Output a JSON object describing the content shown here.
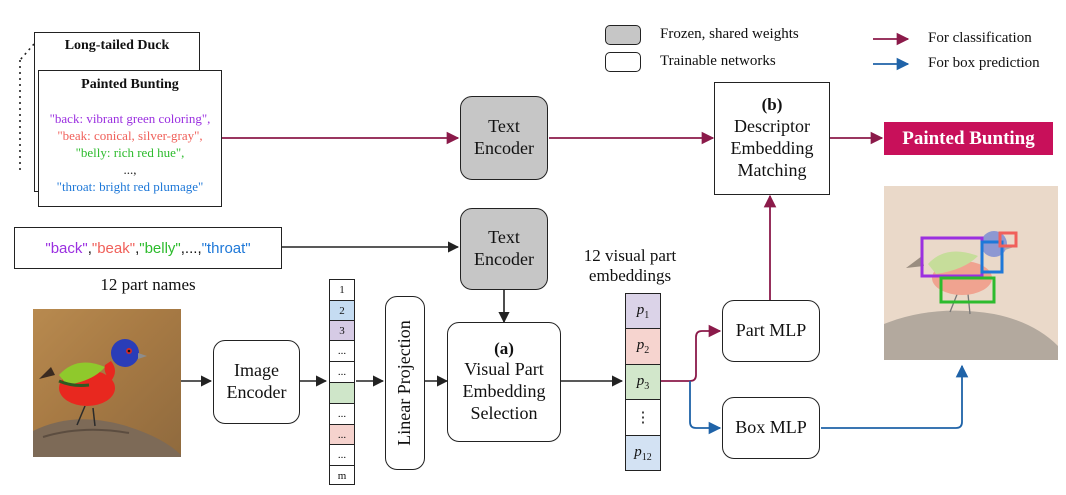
{
  "legend": {
    "frozen": "Frozen, shared weights",
    "trainable": "Trainable networks",
    "classification": "For classification",
    "box_prediction": "For box prediction"
  },
  "colors": {
    "classification": "#8b1a4a",
    "box_prediction": "#1f63a8",
    "result_bg": "#c8105a",
    "frozen": "#c6c6c6",
    "back": "#9b30e0",
    "beak": "#f0605a",
    "belly": "#2dbb2d",
    "throat": "#1e78d8"
  },
  "descriptors": {
    "back_card_title": "Long-tailed Duck",
    "front_card_title": "Painted Bunting",
    "lines": [
      "\"back: vibrant green coloring\",",
      "\"beak: conical, silver-gray\",",
      "\"belly: rich red hue\",",
      "...,",
      "\"throat: bright red plumage\""
    ]
  },
  "part_names": {
    "items": [
      "\"back\"",
      "\"beak\"",
      "\"belly\"",
      "...",
      "\"throat\""
    ],
    "separator": ", ",
    "caption": "12 part names"
  },
  "modules": {
    "text_encoder_top": "Text Encoder",
    "text_encoder_mid": "Text Encoder",
    "image_encoder": "Image Encoder",
    "linear_projection": "Linear Projection",
    "vps_tag": "(a)",
    "vps": "Visual Part Embedding Selection",
    "dem_tag": "(b)",
    "dem": "Descriptor Embedding Matching",
    "part_mlp": "Part MLP",
    "box_mlp": "Box MLP"
  },
  "token_sequence": [
    "1",
    "2",
    "3",
    "...",
    "...",
    "",
    "...",
    "...",
    "...",
    "m"
  ],
  "embeddings": {
    "caption": "12 visual part embeddings",
    "cells": [
      "p1",
      "p2",
      "p3",
      "⋮",
      "p12"
    ]
  },
  "result_label": "Painted Bunting"
}
